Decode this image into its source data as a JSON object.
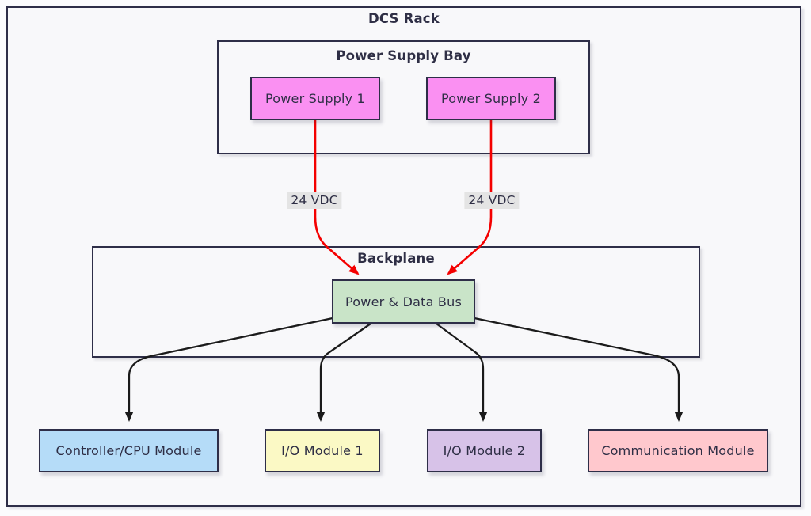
{
  "diagram": {
    "type": "block-diagram",
    "title": "DCS Rack",
    "clusters": [
      {
        "id": "power-supply-bay",
        "label": "Power Supply Bay"
      },
      {
        "id": "backplane",
        "label": "Backplane"
      }
    ],
    "nodes": {
      "ps1": {
        "label": "Power Supply 1",
        "fill": "#fa90f2"
      },
      "ps2": {
        "label": "Power Supply 2",
        "fill": "#fa90f2"
      },
      "bus": {
        "label": "Power & Data Bus",
        "fill": "#c9e4c8"
      },
      "controller": {
        "label": "Controller/CPU Module",
        "fill": "#b5dcf8"
      },
      "io1": {
        "label": "I/O Module 1",
        "fill": "#fbf9c5"
      },
      "io2": {
        "label": "I/O Module 2",
        "fill": "#d7c2e8"
      },
      "comm": {
        "label": "Communication Module",
        "fill": "#ffc8cd"
      }
    },
    "edges": [
      {
        "from": "ps1",
        "to": "bus",
        "label": "24 VDC",
        "color": "#f40000"
      },
      {
        "from": "ps2",
        "to": "bus",
        "label": "24 VDC",
        "color": "#f40000"
      },
      {
        "from": "bus",
        "to": "controller",
        "label": "",
        "color": "#1a1a1a"
      },
      {
        "from": "bus",
        "to": "io1",
        "label": "",
        "color": "#1a1a1a"
      },
      {
        "from": "bus",
        "to": "io2",
        "label": "",
        "color": "#1a1a1a"
      },
      {
        "from": "bus",
        "to": "comm",
        "label": "",
        "color": "#1a1a1a"
      }
    ],
    "colors": {
      "background": "#f8f8fa",
      "border": "#2e2e48",
      "text": "#2e2e45",
      "edge_label_bg": "#e4e4e4",
      "power_edge": "#f40000",
      "data_edge": "#1a1a1a"
    }
  }
}
